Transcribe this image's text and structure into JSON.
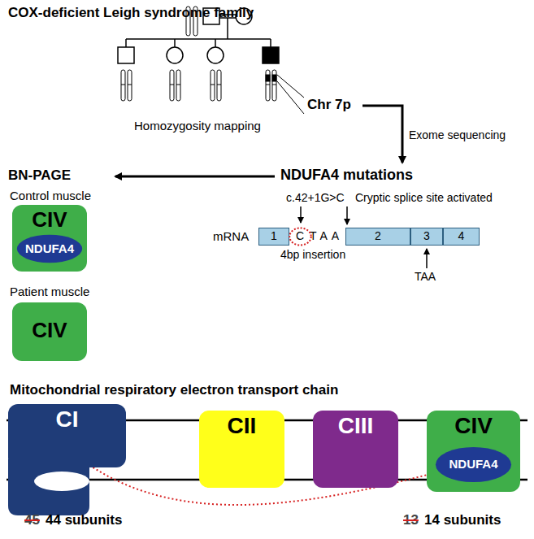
{
  "diagram": {
    "title": "COX-deficient Leigh syndrome family",
    "nodes": [
      {
        "text": [
          "CIV"
        ]
      },
      {
        "text": [
          "NDUFA4"
        ],
        "in": 0
      },
      {
        "text": [
          "1"
        ]
      },
      {
        "text": [
          "C"
        ]
      },
      {
        "text": [
          "2"
        ]
      },
      {
        "text": [
          "3"
        ]
      },
      {
        "text": [
          "4"
        ]
      },
      {
        "text": [
          "CIV"
        ]
      },
      {
        "text": [
          "CI"
        ]
      },
      {
        "text": [
          "CII"
        ]
      },
      {
        "text": [
          "CIII"
        ]
      },
      {
        "text": [
          "CIV"
        ]
      },
      {
        "text": [
          "NDUFA4"
        ],
        "in": 11
      }
    ],
    "edges": [
      {
        "from": 8,
        "to": 12,
        "arrow": "to"
      }
    ],
    "labels": [
      "Homozygosity mapping",
      "Chr 7p",
      "Exome sequencing",
      "NDUFA4 mutations",
      "BN-PAGE",
      "Control muscle",
      "Patient muscle",
      "c.42+1G>C",
      "Cryptic splice site activated",
      "mRNA",
      "TAA",
      "4bp insertion",
      "TAA",
      "Mitochondrial respiratory electron transport chain",
      "45",
      "44 subunits",
      "13",
      "14 subunits"
    ]
  }
}
